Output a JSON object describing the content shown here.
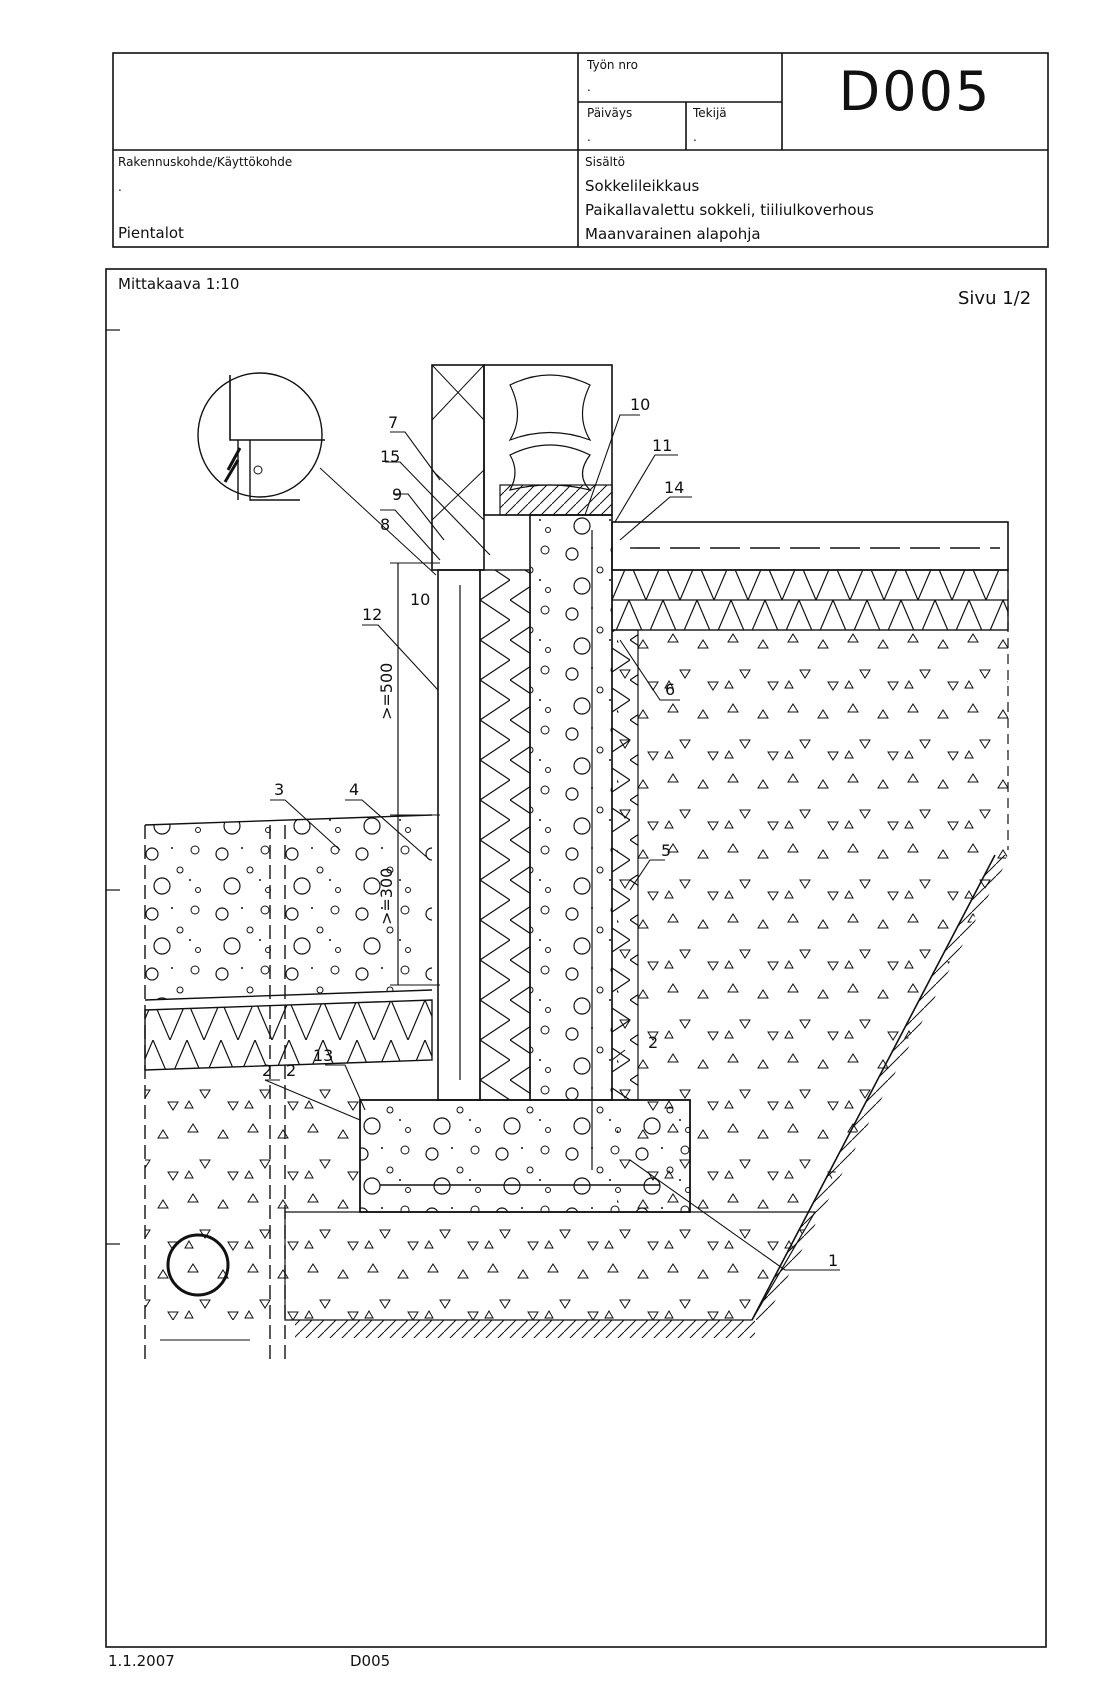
{
  "title_block": {
    "job_number_label": "Työn nro",
    "job_number_value": ".",
    "date_label": "Päiväys",
    "date_value": ".",
    "author_label": "Tekijä",
    "author_value": ".",
    "drawing_code": "D005",
    "project_label": "Rakennuskohde/Käyttökohde",
    "project_value": ".",
    "project_type": "Pientalot",
    "content_label": "Sisältö",
    "content_lines": [
      "Sokkelileikkaus",
      "Paikallavalettu sokkeli, tiiliulkoverhous",
      "Maanvarainen alapohja"
    ]
  },
  "sheet": {
    "scale": "Mittakaava 1:10",
    "page": "Sivu 1/2",
    "footer_date": "1.1.2007",
    "footer_code": "D005"
  },
  "drawing": {
    "callouts": [
      "1",
      "2",
      "2",
      "2",
      "3",
      "4",
      "5",
      "6",
      "7",
      "8",
      "9",
      "10",
      "10",
      "11",
      "12",
      "13",
      "14",
      "15"
    ],
    "dimensions": [
      ">=500",
      ">=300"
    ]
  }
}
